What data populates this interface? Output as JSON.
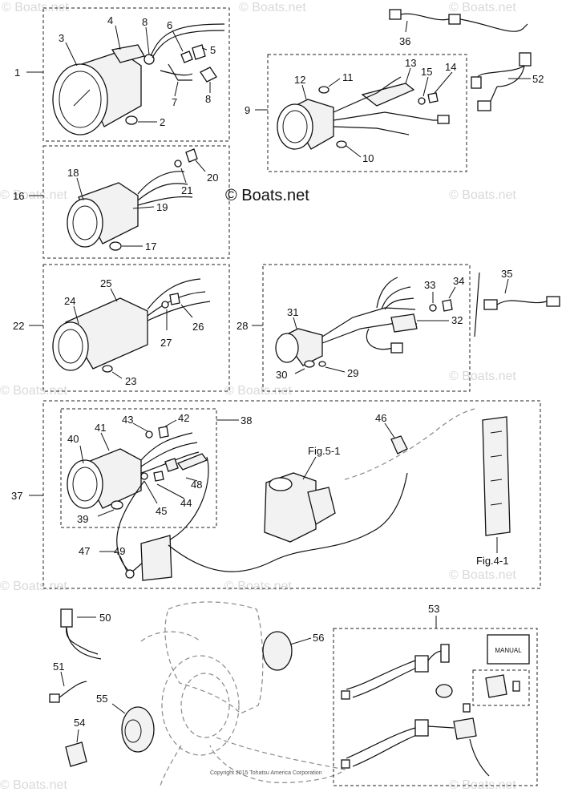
{
  "watermark": {
    "center": "© Boats.net",
    "corner": "© Boats.net"
  },
  "copyright": "Copyright 2015 Tohatsu America Corporation",
  "captions": {
    "fig5": "Fig.5-1",
    "fig4": "Fig.4-1",
    "manual": "MANUAL"
  },
  "callouts": {
    "n1": "1",
    "n2": "2",
    "n3": "3",
    "n4": "4",
    "n5": "5",
    "n6": "6",
    "n7": "7",
    "n8a": "8",
    "n8b": "8",
    "n9": "9",
    "n10": "10",
    "n11": "11",
    "n12": "12",
    "n13": "13",
    "n14": "14",
    "n15": "15",
    "n16": "16",
    "n17": "17",
    "n18": "18",
    "n19": "19",
    "n20": "20",
    "n21": "21",
    "n22": "22",
    "n23": "23",
    "n24": "24",
    "n25": "25",
    "n26": "26",
    "n27": "27",
    "n28": "28",
    "n29": "29",
    "n30": "30",
    "n31": "31",
    "n32": "32",
    "n33": "33",
    "n34": "34",
    "n35": "35",
    "n36": "36",
    "n37": "37",
    "n38": "38",
    "n39": "39",
    "n40": "40",
    "n41": "41",
    "n42": "42",
    "n43": "43",
    "n44": "44",
    "n45": "45",
    "n46": "46",
    "n47": "47",
    "n48": "48",
    "n49": "49",
    "n50": "50",
    "n51": "51",
    "n52": "52",
    "n53": "53",
    "n54": "54",
    "n55": "55",
    "n56": "56"
  }
}
